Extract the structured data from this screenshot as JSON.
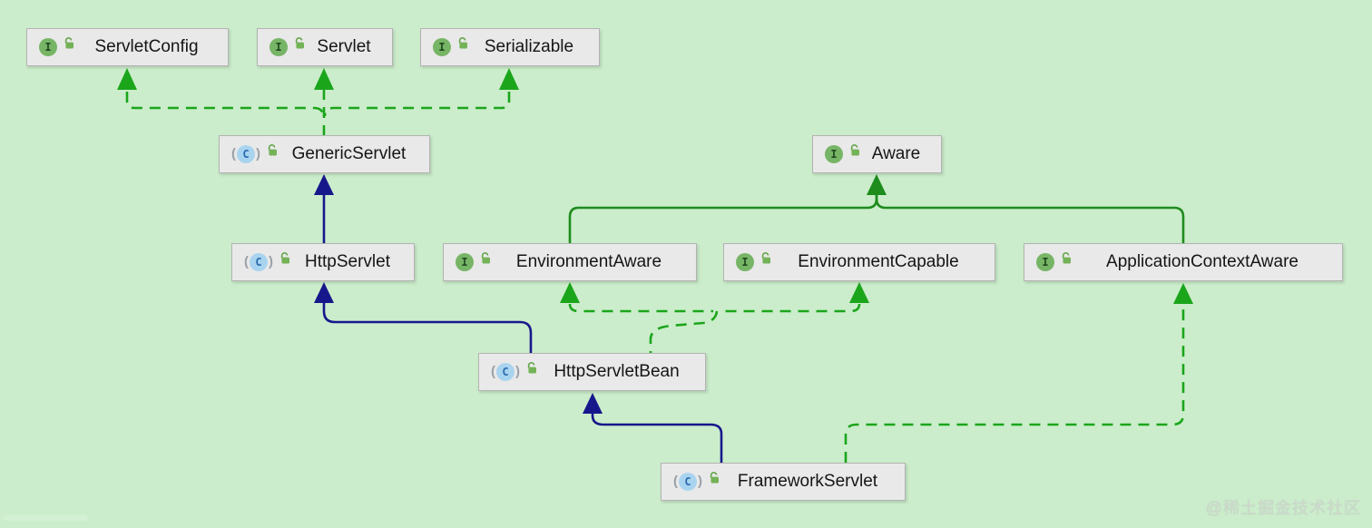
{
  "diagram": {
    "nodes": {
      "servlet_config": {
        "label": "ServletConfig",
        "kind": "interface"
      },
      "servlet": {
        "label": "Servlet",
        "kind": "interface"
      },
      "serializable": {
        "label": "Serializable",
        "kind": "interface"
      },
      "generic_servlet": {
        "label": "GenericServlet",
        "kind": "abstract-class"
      },
      "aware": {
        "label": "Aware",
        "kind": "interface"
      },
      "http_servlet": {
        "label": "HttpServlet",
        "kind": "abstract-class"
      },
      "environment_aware": {
        "label": "EnvironmentAware",
        "kind": "interface"
      },
      "environment_capable": {
        "label": "EnvironmentCapable",
        "kind": "interface"
      },
      "application_context_aware": {
        "label": "ApplicationContextAware",
        "kind": "interface"
      },
      "http_servlet_bean": {
        "label": "HttpServletBean",
        "kind": "abstract-class"
      },
      "framework_servlet": {
        "label": "FrameworkServlet",
        "kind": "abstract-class"
      }
    },
    "edges": [
      {
        "from": "generic_servlet",
        "to": "servlet_config",
        "type": "implements"
      },
      {
        "from": "generic_servlet",
        "to": "servlet",
        "type": "implements"
      },
      {
        "from": "generic_servlet",
        "to": "serializable",
        "type": "implements"
      },
      {
        "from": "http_servlet",
        "to": "generic_servlet",
        "type": "extends"
      },
      {
        "from": "environment_aware",
        "to": "aware",
        "type": "extends"
      },
      {
        "from": "application_context_aware",
        "to": "aware",
        "type": "extends"
      },
      {
        "from": "http_servlet_bean",
        "to": "http_servlet",
        "type": "extends"
      },
      {
        "from": "http_servlet_bean",
        "to": "environment_aware",
        "type": "implements"
      },
      {
        "from": "http_servlet_bean",
        "to": "environment_capable",
        "type": "implements"
      },
      {
        "from": "framework_servlet",
        "to": "http_servlet_bean",
        "type": "extends"
      },
      {
        "from": "framework_servlet",
        "to": "application_context_aware",
        "type": "implements"
      }
    ],
    "colors": {
      "background": "#cbedcb",
      "node_fill": "#e9e9e9",
      "node_border": "#b3b3b3",
      "extends_class_arrow": "#17178c",
      "extends_interface_arrow": "#1d8c1d",
      "implements_arrow": "#1ba51b",
      "interface_icon": "#77b566",
      "abstract_class_icon": "#a9d4ef"
    }
  },
  "watermark": {
    "text": "@稀土掘金技术社区"
  }
}
